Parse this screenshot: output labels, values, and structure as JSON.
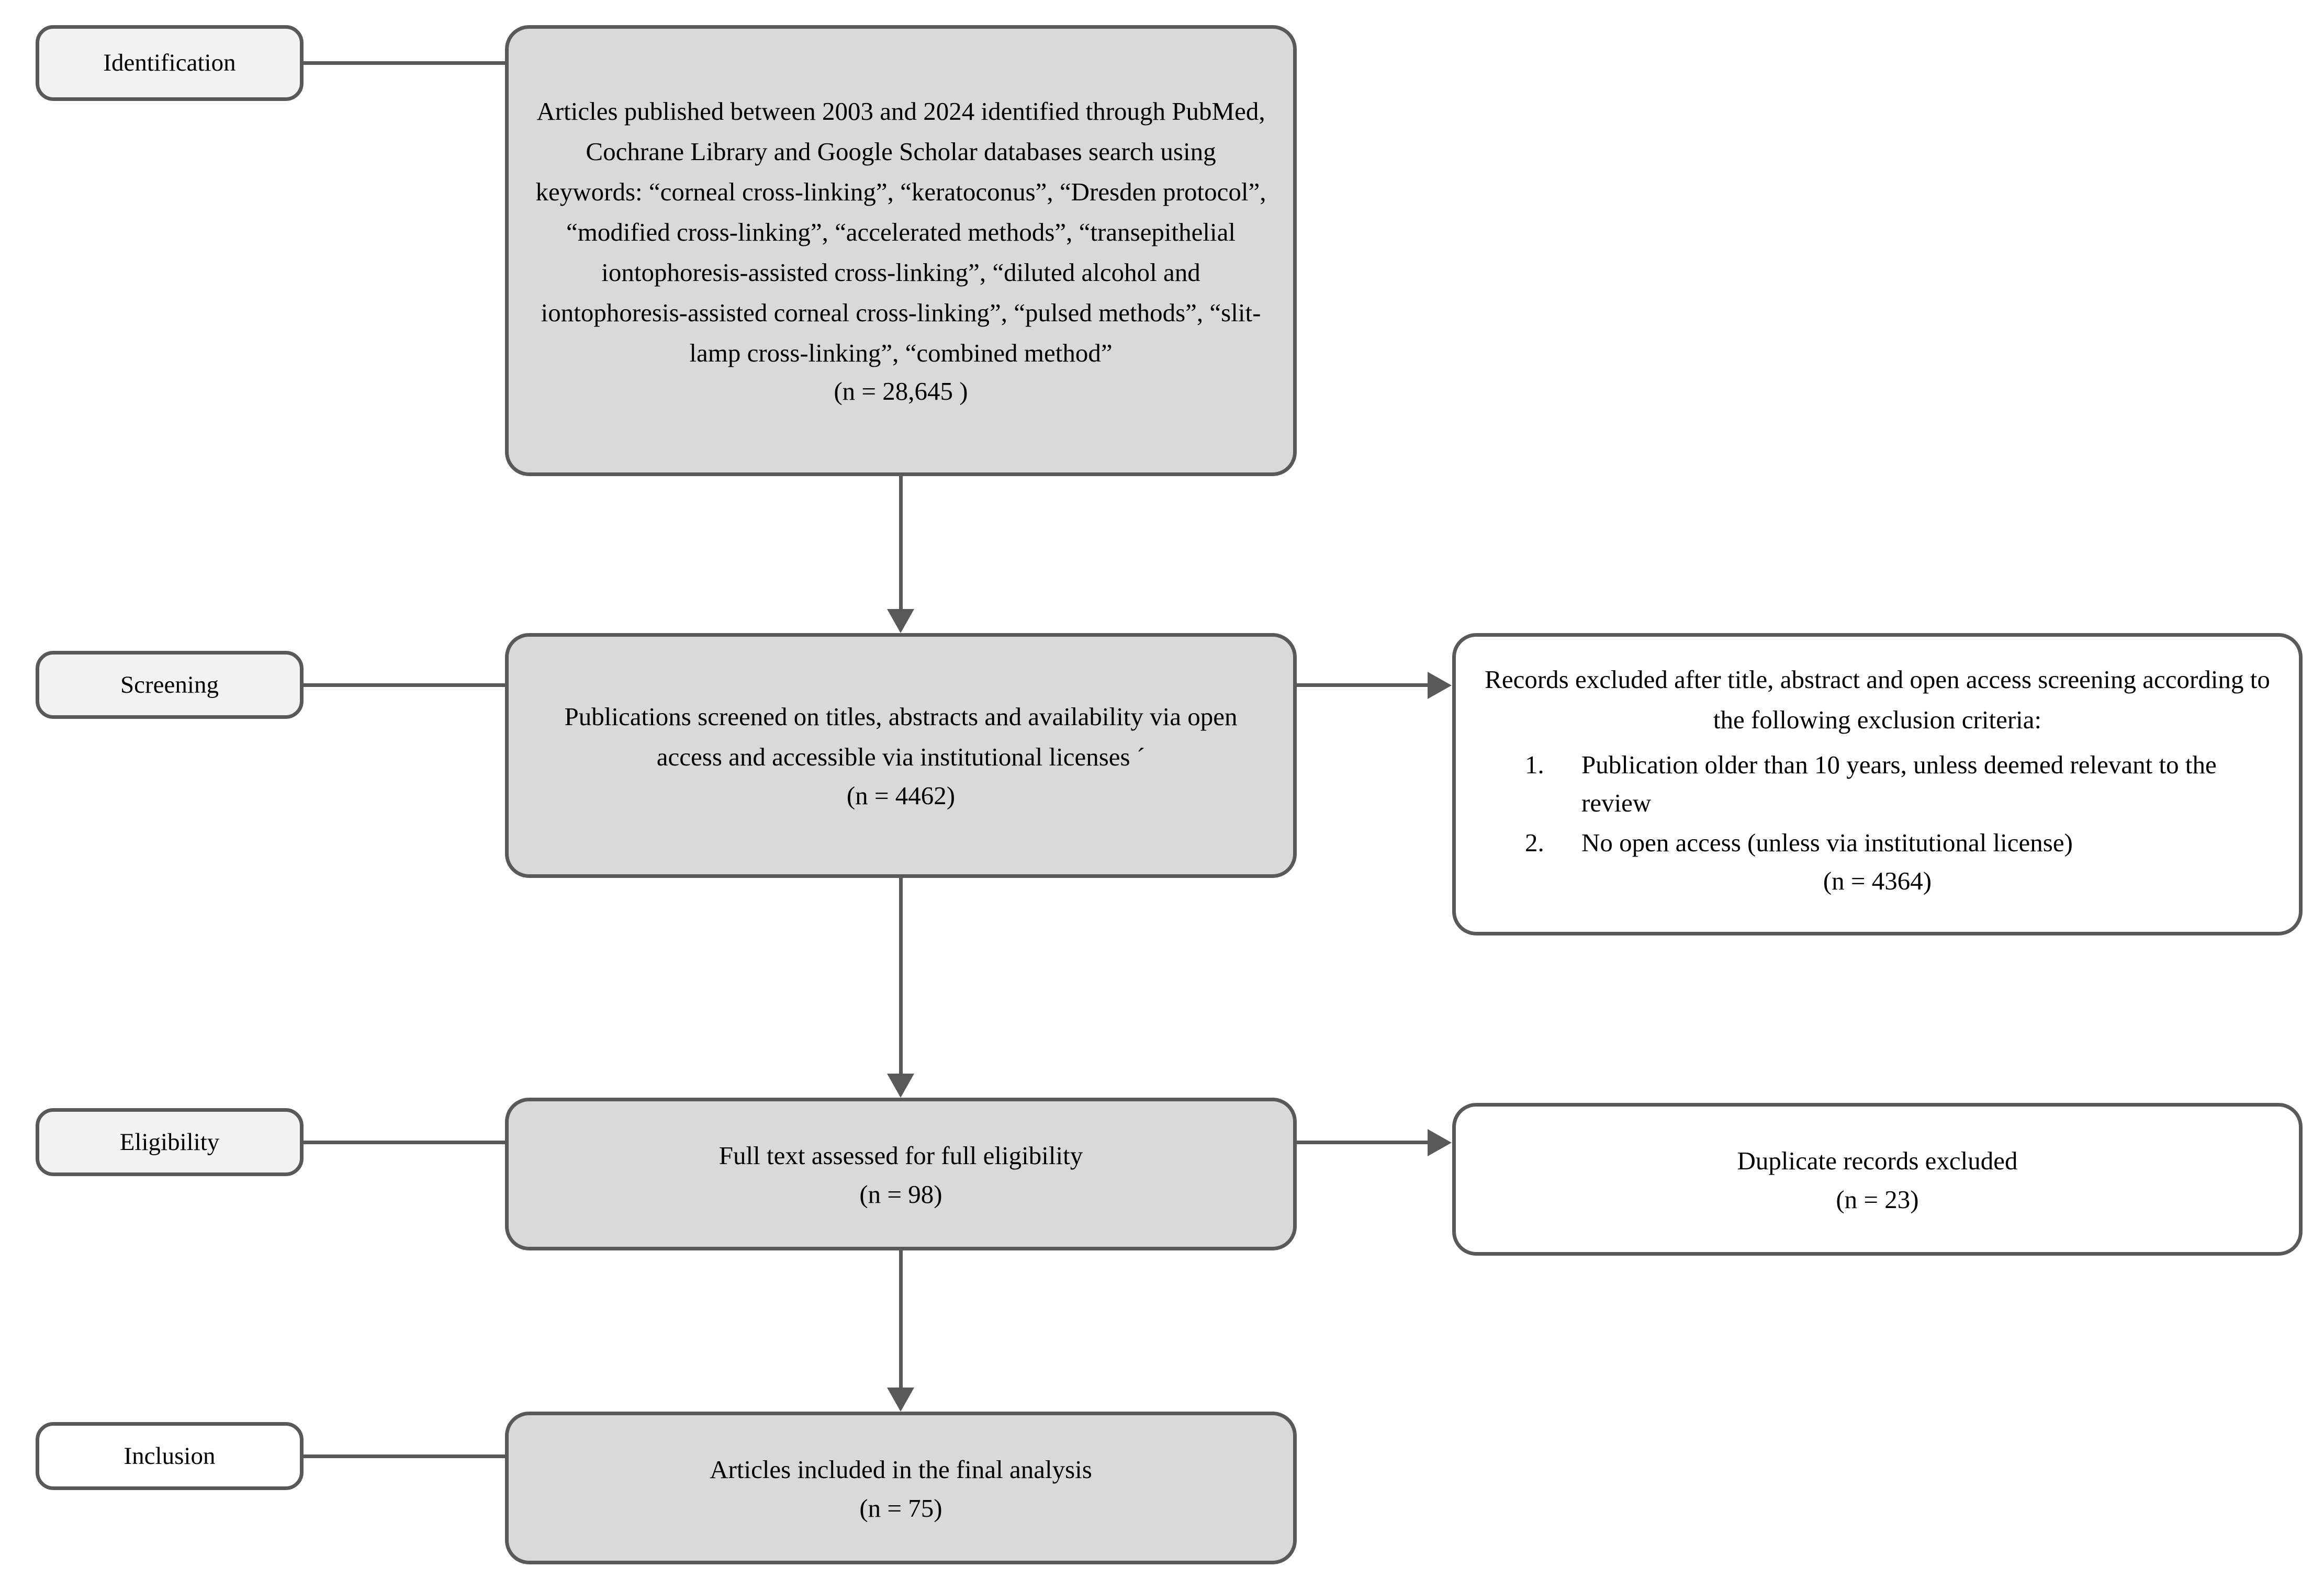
{
  "diagram": {
    "type": "PRISMA flow diagram",
    "stages": [
      {
        "key": "identification",
        "label": "Identification"
      },
      {
        "key": "screening",
        "label": "Screening"
      },
      {
        "key": "eligibility",
        "label": "Eligibility"
      },
      {
        "key": "inclusion",
        "label": "Inclusion"
      }
    ],
    "colors": {
      "border": "#595959",
      "main_box_fill": "#d9d9d9",
      "stage_label_fill": "#f2f2f2",
      "side_box_fill": "#ffffff",
      "connector": "#595959",
      "text": "#000000"
    },
    "identification": {
      "body": "Articles published between 2003 and 2024 identified through PubMed, Cochrane Library and Google Scholar databases search using keywords: “corneal cross-linking”, “keratoconus”, “Dresden protocol”, “modified cross-linking”, “accelerated methods”, “transepithelial iontophoresis-assisted cross-linking”, “diluted alcohol and iontophoresis-assisted corneal cross-linking”, “pulsed methods”, “slit-lamp cross-linking”,  “combined method”",
      "count": "(n = 28,645 )"
    },
    "screening": {
      "body": "Publications screened on titles, abstracts and availability via open access and accessible via institutional licenses ´",
      "count": "(n = 4462)",
      "excluded": {
        "body": "Records excluded after title, abstract and open access screening according to the following exclusion criteria:",
        "criteria": [
          {
            "num": "1.",
            "text": "Publication older than 10 years, unless deemed relevant to the review"
          },
          {
            "num": "2.",
            "text": "No open access (unless via institutional license)"
          }
        ],
        "count": "(n = 4364)"
      }
    },
    "eligibility": {
      "body": "Full text assessed for full eligibility",
      "count": "(n = 98)",
      "excluded": {
        "body": "Duplicate records excluded",
        "count": "(n = 23)"
      }
    },
    "inclusion": {
      "body": "Articles included in the final analysis",
      "count": "(n = 75)"
    }
  }
}
